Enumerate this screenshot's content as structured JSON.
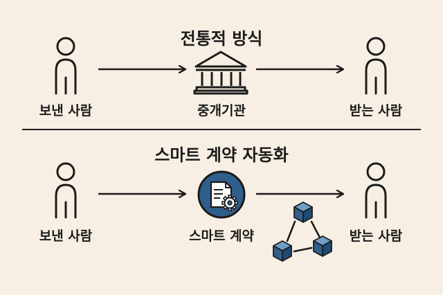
{
  "colors": {
    "background": "#f7efe3",
    "ink": "#1b1b1b",
    "accent_blue": "#2f5f8a"
  },
  "traditional": {
    "title": "전통적 방식",
    "sender_label": "보낸 사람",
    "intermediary_label": "중개기관",
    "receiver_label": "받는 사람",
    "icons": [
      "person-icon",
      "bank-building-icon",
      "person-icon"
    ]
  },
  "smart_contract": {
    "title": "스마트 계약 자동화",
    "sender_label": "보낸 사람",
    "contract_label": "스마트 계약",
    "receiver_label": "받는 사람",
    "icons": [
      "person-icon",
      "contract-gear-icon",
      "blockchain-cubes-icon",
      "person-icon"
    ]
  }
}
